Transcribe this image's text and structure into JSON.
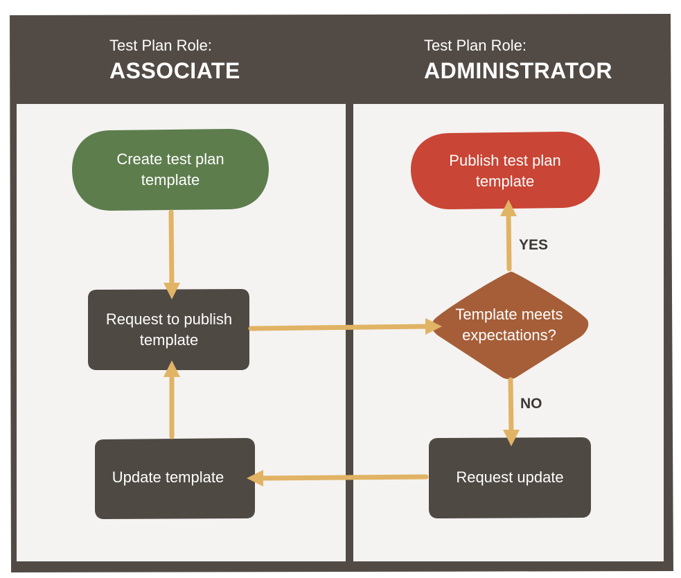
{
  "lanes": {
    "associate": {
      "subtitle": "Test Plan Role:",
      "role": "ASSOCIATE"
    },
    "administrator": {
      "subtitle": "Test Plan Role:",
      "role": "ADMINISTRATOR"
    }
  },
  "nodes": {
    "create_template": {
      "label": "Create test plan template",
      "color": "#5d7d4d"
    },
    "request_publish": {
      "label": "Request to publish template",
      "color": "#4f4943"
    },
    "update_template": {
      "label": "Update template",
      "color": "#4f4943"
    },
    "publish_template": {
      "label": "Publish test plan template",
      "color": "#c94535"
    },
    "meets_expectations": {
      "label": "Template meets expectations?",
      "color": "#a65e38"
    },
    "request_update": {
      "label": "Request update",
      "color": "#4f4943"
    }
  },
  "edges": {
    "yes_label": "YES",
    "no_label": "NO"
  },
  "colors": {
    "frame": "#524b45",
    "lane_background": "#f4f3f1",
    "arrow": "#e1b365"
  }
}
